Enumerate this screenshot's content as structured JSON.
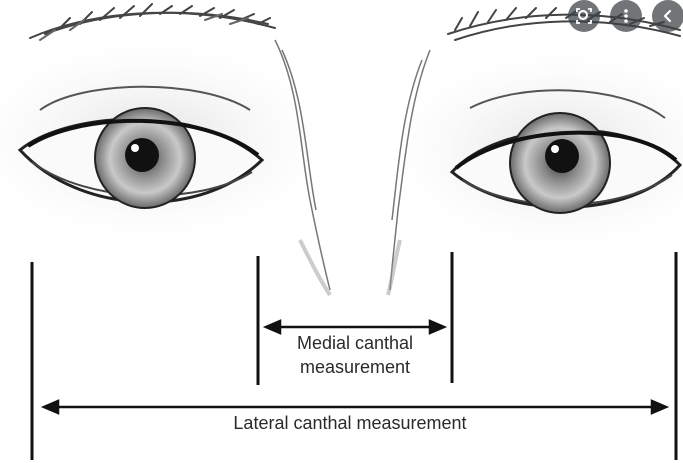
{
  "diagram": {
    "medial_label_line1": "Medial canthal",
    "medial_label_line2": "measurement",
    "lateral_label": "Lateral canthal measurement"
  },
  "overlay": {
    "buttons": [
      {
        "icon": "lens-search-icon"
      },
      {
        "icon": "more-vert-icon"
      },
      {
        "icon": "chevron-left-icon"
      }
    ]
  }
}
